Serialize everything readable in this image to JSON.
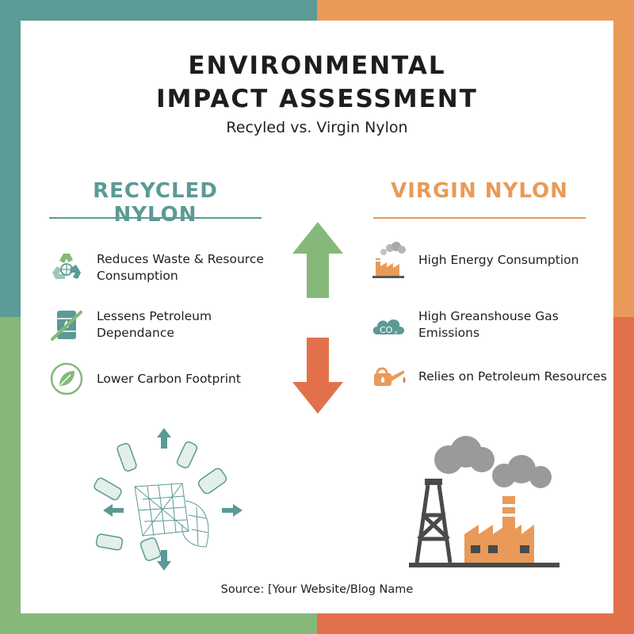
{
  "title": {
    "line1": "ENVIRONMENTAL",
    "line2": "IMPACT ASSESSMENT"
  },
  "subtitle": "Recyled vs. Virgin Nylon",
  "recycled": {
    "heading": "RECYCLED NYLON",
    "items": [
      {
        "icon": "recycle-globe-icon",
        "line1": "Reduces Waste & Resource",
        "line2": "Consumption"
      },
      {
        "icon": "crossed-oil-barrel-icon",
        "line1": "Lessens Petroleum",
        "line2": "Dependance"
      },
      {
        "icon": "leaf-circle-icon",
        "line1": "Lower Carbon Footprint",
        "line2": ""
      }
    ]
  },
  "virgin": {
    "heading": "VIRGIN NYLON",
    "items": [
      {
        "icon": "factory-smoke-icon",
        "line1": "High Energy Consumption",
        "line2": ""
      },
      {
        "icon": "co2-cloud-icon",
        "line1": "High Greanshouse Gas",
        "line2": "Emissions",
        "co2_label": "CO",
        "co2_sub": "2"
      },
      {
        "icon": "oil-can-icon",
        "line1": "Relies on Petroleum Resources",
        "line2": ""
      }
    ]
  },
  "arrows": {
    "up": "up-arrow-icon",
    "down": "down-arrow-icon"
  },
  "footer": "Source: [Your Website/Blog Name",
  "colors": {
    "teal": "#5b9a96",
    "orange": "#e99a58",
    "green": "#86b879",
    "coral": "#e2714b"
  }
}
